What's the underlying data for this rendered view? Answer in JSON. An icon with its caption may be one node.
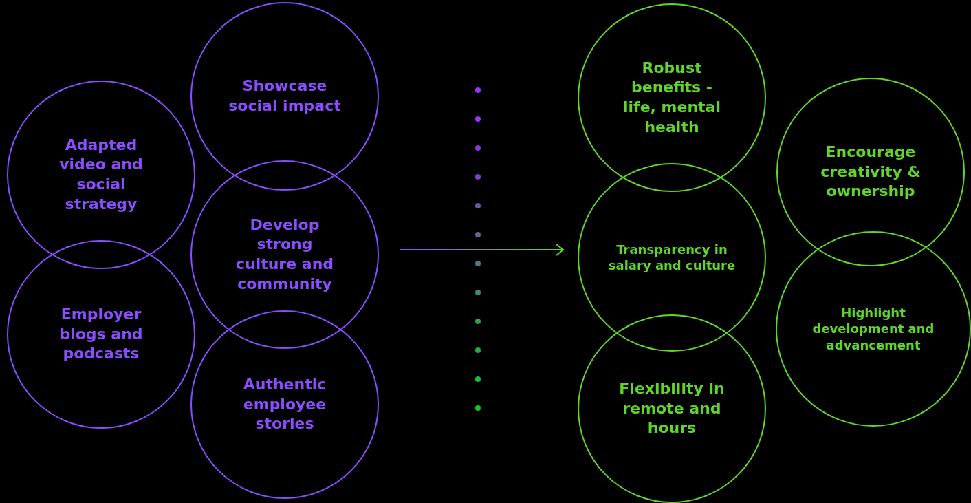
{
  "diagram": {
    "nodes": [
      {
        "text": [
          "Showcase social impact"
        ]
      },
      {
        "text": [
          "Adapted video and social strategy"
        ]
      },
      {
        "text": [
          "Develop strong culture and community"
        ]
      },
      {
        "text": [
          "Employer blogs and podcasts"
        ]
      },
      {
        "text": [
          "Authentic employee stories"
        ]
      },
      {
        "text": [
          "Robust benefits - life, mental health"
        ]
      },
      {
        "text": [
          "Encourage creativity & ownership"
        ]
      },
      {
        "text": [
          "Transparency in salary and culture"
        ]
      },
      {
        "text": [
          "Highlight development and advancement"
        ]
      },
      {
        "text": [
          "Flexibility in remote and hours"
        ]
      }
    ]
  }
}
